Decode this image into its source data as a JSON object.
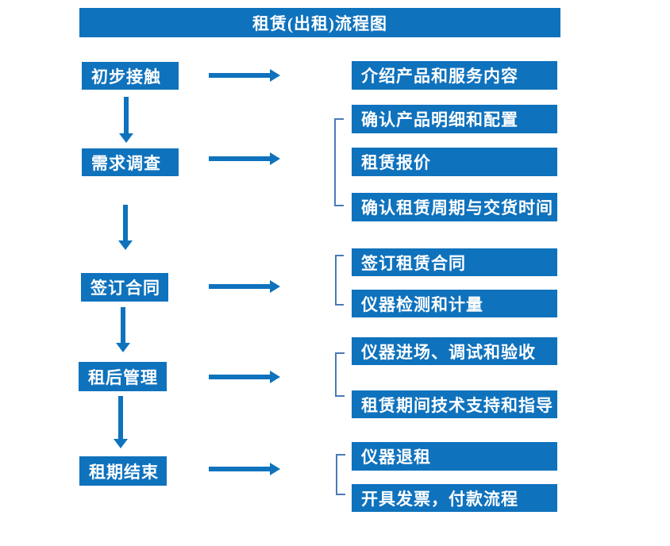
{
  "title": "租赁(出租)流程图",
  "steps": [
    {
      "label": "初步接触",
      "details": [
        "介绍产品和服务内容"
      ]
    },
    {
      "label": "需求调查",
      "details": [
        "确认产品明细和配置",
        "租赁报价",
        "确认租赁周期与交货时间"
      ]
    },
    {
      "label": "签订合同",
      "details": [
        "签订租赁合同",
        "仪器检测和计量"
      ]
    },
    {
      "label": "租后管理",
      "details": [
        "仪器进场、调试和验收",
        "租赁期间技术支持和指导"
      ]
    },
    {
      "label": "租期结束",
      "details": [
        "仪器退租",
        "开具发票，付款流程"
      ]
    }
  ],
  "colors": {
    "box_blue": "#0f72bd",
    "bracket_blue": "#4a7ab8",
    "text_white": "#ffffff",
    "background": "#ffffff"
  }
}
